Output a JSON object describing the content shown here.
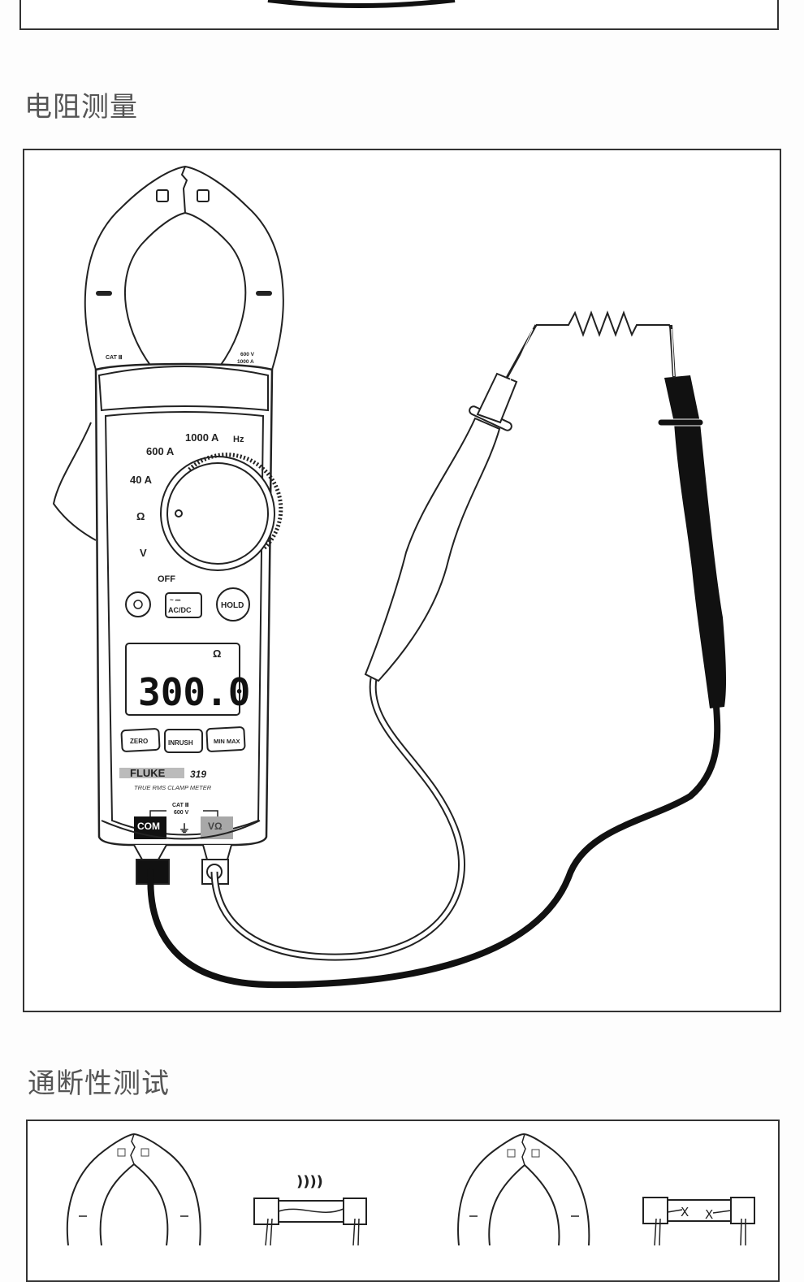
{
  "sections": [
    {
      "id": "prev",
      "heading": ""
    },
    {
      "id": "resistance",
      "heading": "电阻测量"
    },
    {
      "id": "continuity",
      "heading": "通断性测试"
    }
  ],
  "meter": {
    "brand": "FLUKE",
    "model": "319",
    "subtitle": "TRUE RMS CLAMP METER",
    "jaw_cat_left": "CAT Ⅲ",
    "jaw_rating_v": "600 V",
    "jaw_rating_a": "1000 A",
    "dial": {
      "labels": [
        "1000 A",
        "Hz",
        "600 A",
        "40 A",
        "Ω",
        "V",
        "OFF"
      ]
    },
    "buttons_top": [
      "AC/DC",
      "HOLD"
    ],
    "buttons_top_icons": [
      "backlight-icon"
    ],
    "display": {
      "value": "300.0",
      "unit": "Ω"
    },
    "buttons_bottom": [
      "ZERO",
      "INRUSH",
      "MIN MAX"
    ],
    "terminals": {
      "com": "COM",
      "cat": "CAT Ⅲ",
      "volt": "600 V",
      "vohm": "VΩ"
    }
  },
  "colors": {
    "frame": "#333333",
    "heading": "#555555",
    "lead_black": "#111111",
    "terminal_gray": "#a8a8a8"
  }
}
